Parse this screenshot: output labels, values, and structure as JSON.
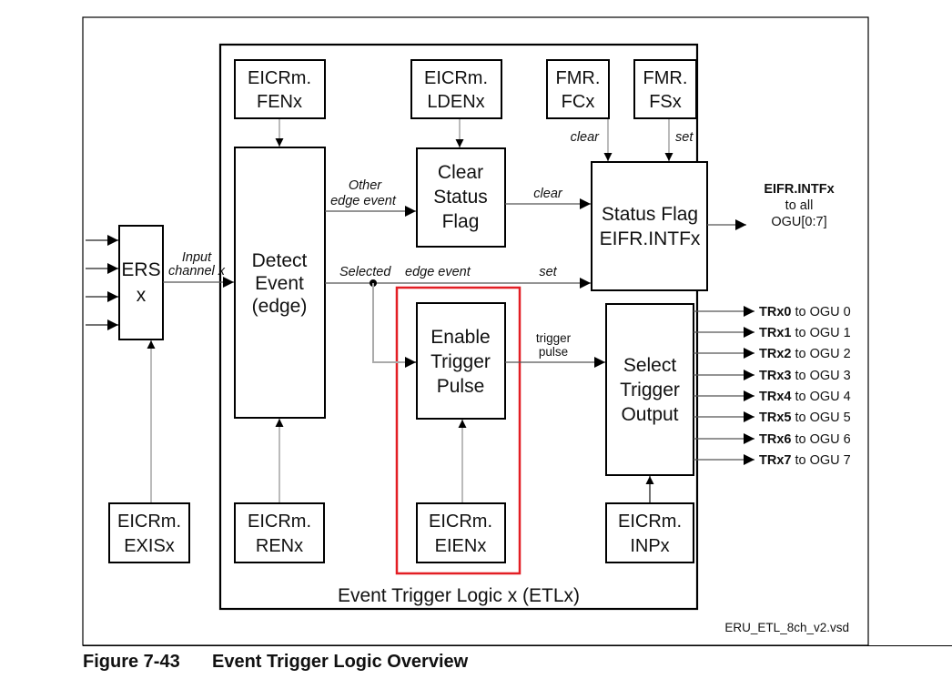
{
  "figure": {
    "number": "Figure 7-43",
    "title": "Event Trigger Logic Overview",
    "source_file": "ERU_ETL_8ch_v2.vsd"
  },
  "etl_label": "Event Trigger Logic x (ETLx)",
  "blocks": {
    "ers": [
      "ERS",
      "x"
    ],
    "detect": [
      "Detect",
      "Event",
      "(edge)"
    ],
    "clear_status": [
      "Clear",
      "Status",
      "Flag"
    ],
    "status_flag": [
      "Status Flag",
      "EIFR.INTFx"
    ],
    "enable_trigger": [
      "Enable",
      "Trigger",
      "Pulse"
    ],
    "select_trigger": [
      "Select",
      "Trigger",
      "Output"
    ]
  },
  "registers": {
    "fen": [
      "EICRm.",
      "FENx"
    ],
    "lden": [
      "EICRm.",
      "LDENx"
    ],
    "fc": [
      "FMR.",
      "FCx"
    ],
    "fs": [
      "FMR.",
      "FSx"
    ],
    "exis": [
      "EICRm.",
      "EXISx"
    ],
    "ren": [
      "EICRm.",
      "RENx"
    ],
    "eien": [
      "EICRm.",
      "EIENx"
    ],
    "inp": [
      "EICRm.",
      "INPx"
    ]
  },
  "signals": {
    "input_channel": [
      "Input",
      "channel x"
    ],
    "other_edge": [
      "Other",
      "edge event"
    ],
    "selected": "Selected",
    "edge_event": "edge event",
    "clear_upper": "clear",
    "clear_fc": "clear",
    "set_fs": "set",
    "set_main": "set",
    "trigger_pulse": [
      "trigger",
      "pulse"
    ]
  },
  "status_output": {
    "name": "EIFR.INTFx",
    "line2": "to all",
    "line3": "OGU[0:7]"
  },
  "trigger_outputs": [
    {
      "name": "TRx0",
      "dest": "to OGU 0"
    },
    {
      "name": "TRx1",
      "dest": "to OGU 1"
    },
    {
      "name": "TRx2",
      "dest": "to OGU 2"
    },
    {
      "name": "TRx3",
      "dest": "to OGU 3"
    },
    {
      "name": "TRx4",
      "dest": "to OGU 4"
    },
    {
      "name": "TRx5",
      "dest": "to OGU 5"
    },
    {
      "name": "TRx6",
      "dest": "to OGU 6"
    },
    {
      "name": "TRx7",
      "dest": "to OGU 7"
    }
  ],
  "colors": {
    "highlight": "#e31e24",
    "line": "#000000",
    "control_line": "#bbbbbb"
  }
}
